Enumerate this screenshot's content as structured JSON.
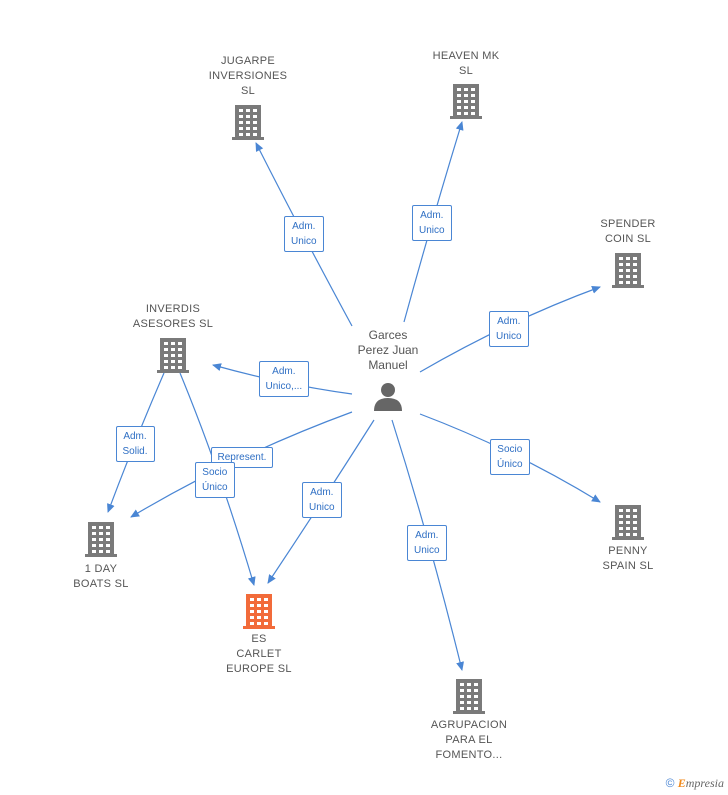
{
  "colors": {
    "company": "#7a7a7a",
    "focus_company": "#f26b3a",
    "person": "#666666",
    "edge": "#4a86d4",
    "label_text": "#555555"
  },
  "nodes": [
    {
      "id": "person",
      "kind": "person",
      "lines": [
        "Garces",
        "Perez Juan",
        "Manuel"
      ]
    },
    {
      "id": "jugarpe",
      "kind": "company",
      "lines": [
        "JUGARPE",
        "INVERSIONES",
        "SL"
      ]
    },
    {
      "id": "heaven",
      "kind": "company",
      "lines": [
        "HEAVEN MK",
        "SL"
      ]
    },
    {
      "id": "spender",
      "kind": "company",
      "lines": [
        "SPENDER",
        "COIN SL"
      ]
    },
    {
      "id": "inverdis",
      "kind": "company",
      "lines": [
        "INVERDIS",
        "ASESORES  SL"
      ]
    },
    {
      "id": "oneday",
      "kind": "company",
      "lines": [
        "1 DAY",
        "BOATS  SL"
      ]
    },
    {
      "id": "escarlet",
      "kind": "focus",
      "lines": [
        "ES",
        "CARLET",
        "EUROPE  SL"
      ]
    },
    {
      "id": "agrupacion",
      "kind": "company",
      "lines": [
        "AGRUPACION",
        "PARA EL",
        "FOMENTO..."
      ]
    },
    {
      "id": "penny",
      "kind": "company",
      "lines": [
        "PENNY",
        "SPAIN  SL"
      ]
    }
  ],
  "edges": [
    {
      "from": "person",
      "to": "jugarpe",
      "lines": [
        "Adm.",
        "Unico"
      ]
    },
    {
      "from": "person",
      "to": "heaven",
      "lines": [
        "Adm.",
        "Unico"
      ]
    },
    {
      "from": "person",
      "to": "spender",
      "lines": [
        "Adm.",
        "Unico"
      ]
    },
    {
      "from": "person",
      "to": "inverdis",
      "lines": [
        "Adm.",
        "Unico,..."
      ]
    },
    {
      "from": "person",
      "to": "oneday",
      "lines": [
        "Represent."
      ]
    },
    {
      "from": "person",
      "to": "escarlet",
      "lines": [
        "Adm.",
        "Unico"
      ]
    },
    {
      "from": "person",
      "to": "agrupacion",
      "lines": [
        "Adm.",
        "Unico"
      ]
    },
    {
      "from": "person",
      "to": "penny",
      "lines": [
        "Socio",
        "Único"
      ]
    },
    {
      "from": "inverdis",
      "to": "oneday",
      "lines": [
        "Adm.",
        "Solid."
      ]
    },
    {
      "from": "inverdis",
      "to": "escarlet",
      "lines": [
        "Socio",
        "Único"
      ]
    }
  ],
  "footer": {
    "copyright": "©",
    "brand_initial": "E",
    "brand_rest": "mpresia"
  }
}
